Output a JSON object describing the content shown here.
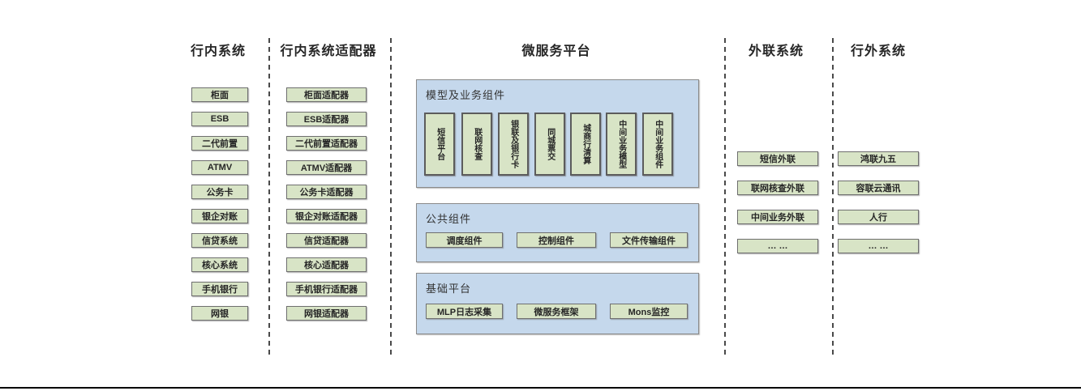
{
  "diagram": {
    "columns": [
      {
        "header": "行内系统",
        "items": [
          "柜面",
          "ESB",
          "二代前置",
          "ATMV",
          "公务卡",
          "银企对账",
          "信贷系统",
          "核心系统",
          "手机银行",
          "网银"
        ]
      },
      {
        "header": "行内系统适配器",
        "items": [
          "柜面适配器",
          "ESB适配器",
          "二代前置适配器",
          "ATMV适配器",
          "公务卡适配器",
          "银企对账适配器",
          "信贷适配器",
          "核心适配器",
          "手机银行适配器",
          "网银适配器"
        ]
      },
      {
        "header": "微服务平台",
        "sections": [
          {
            "label": "模型及业务组件",
            "items": [
              "短信平台",
              "联网核查",
              "银联及银行卡",
              "同城票交",
              "城商行清算",
              "中间业务模型",
              "中间业务组件"
            ]
          },
          {
            "label": "公共组件",
            "items": [
              "调度组件",
              "控制组件",
              "文件传输组件"
            ]
          },
          {
            "label": "基础平台",
            "items": [
              "MLP日志采集",
              "微服务框架",
              "Mons监控"
            ]
          }
        ]
      },
      {
        "header": "外联系统",
        "items": [
          "短信外联",
          "联网核查外联",
          "中间业务外联",
          "… …"
        ]
      },
      {
        "header": "行外系统",
        "items": [
          "鸿联九五",
          "容联云通讯",
          "人行",
          "… …"
        ]
      }
    ],
    "colors": {
      "green_fill": "#d8e4c6",
      "blue_fill": "#c5d8ec",
      "divider": "#4a4a4a",
      "text": "#262626",
      "bottom_rule": "#000000"
    }
  }
}
